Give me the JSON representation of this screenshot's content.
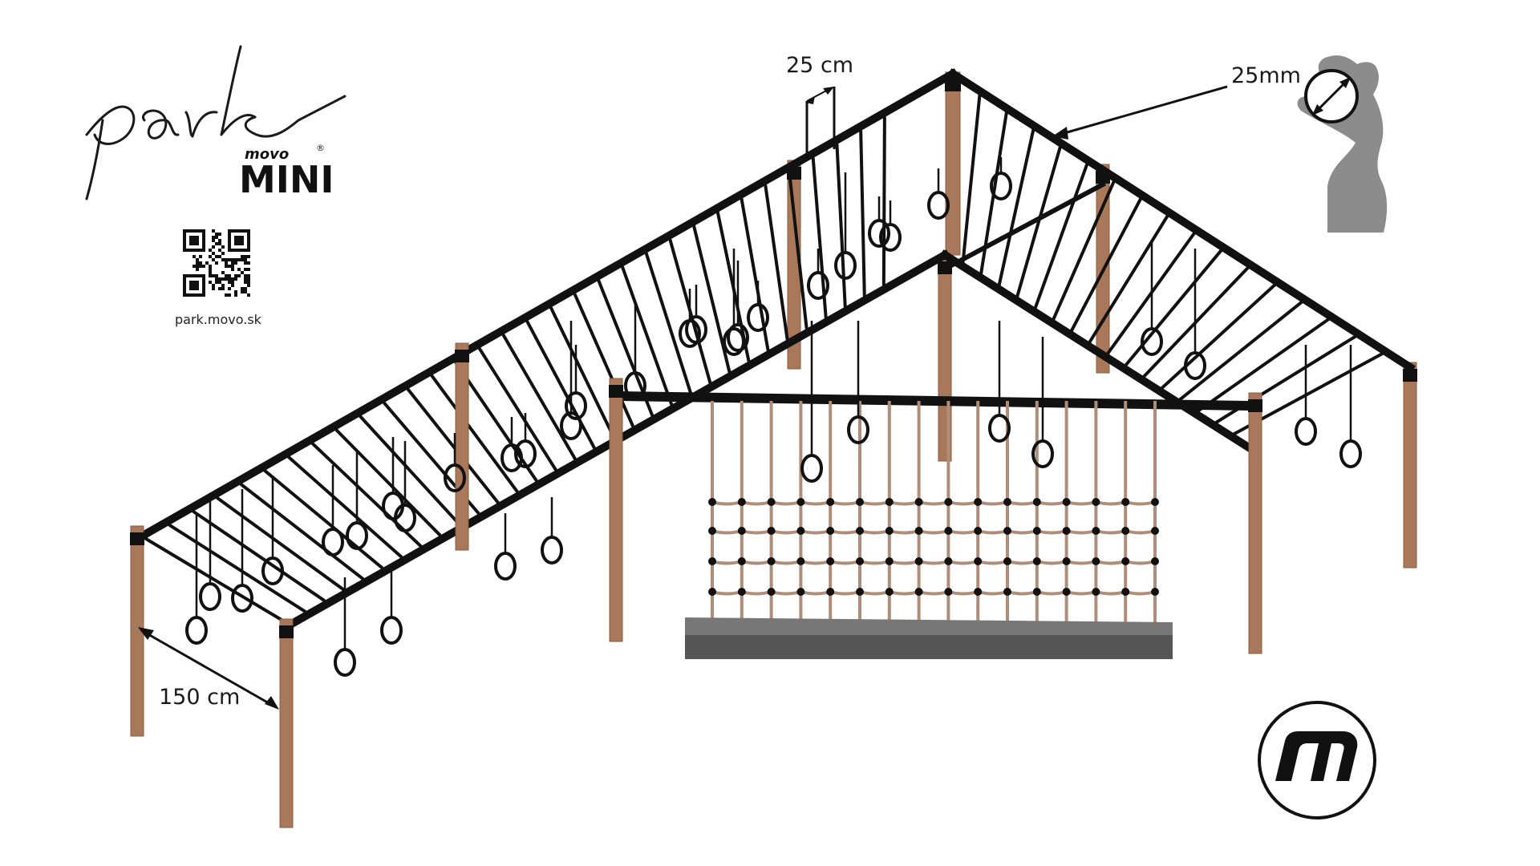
{
  "brand": {
    "script_title": "park",
    "sub_brand": "movo",
    "registered_mark": "®",
    "product": "MINI",
    "website": "park.movo.sk"
  },
  "dimensions": {
    "ring_spacing": "25 cm",
    "grip_diameter": "25mm",
    "frame_width": "150 cm"
  },
  "colors": {
    "steel": "#111111",
    "wood": "#a9785a",
    "wood_edge": "#8a5c40",
    "net": "#b08d78",
    "base": "#555555",
    "hand": "#8c8c8c"
  },
  "icons": {
    "qr": "qr-code-icon",
    "hand": "hand-grip-icon",
    "logo": "movo-logo-icon"
  }
}
